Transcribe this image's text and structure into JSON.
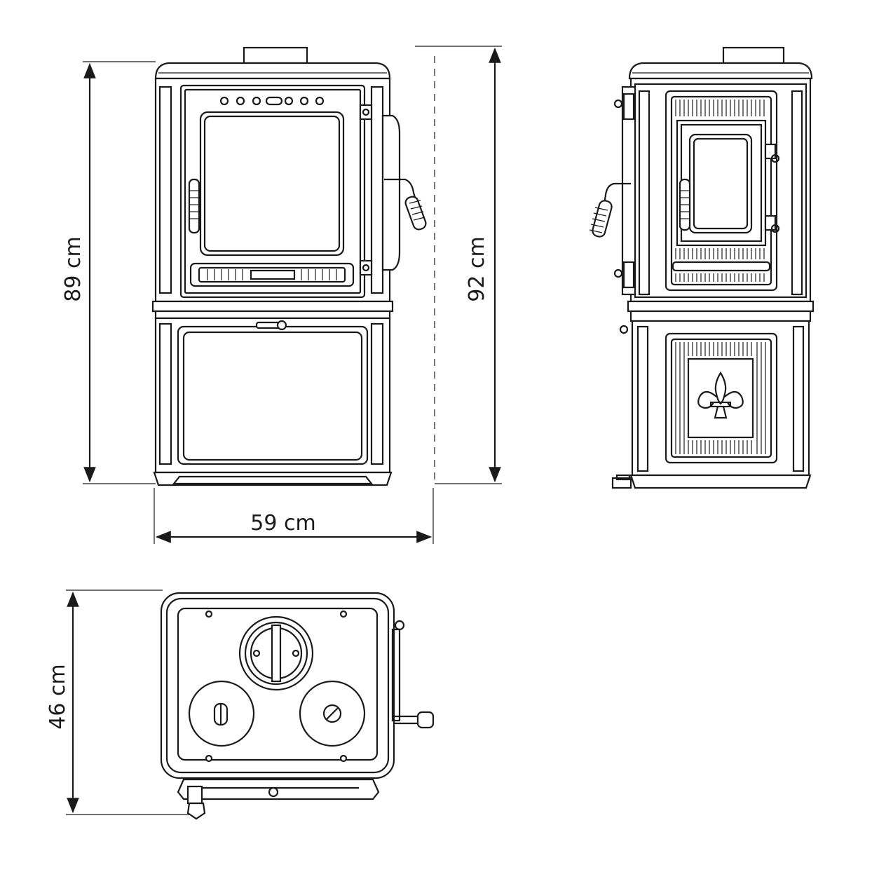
{
  "dimensions": {
    "height_front": "89 cm",
    "height_total": "92 cm",
    "width": "59 cm",
    "depth": "46 cm"
  },
  "colors": {
    "line": "#1a1a1a",
    "background": "#ffffff"
  }
}
